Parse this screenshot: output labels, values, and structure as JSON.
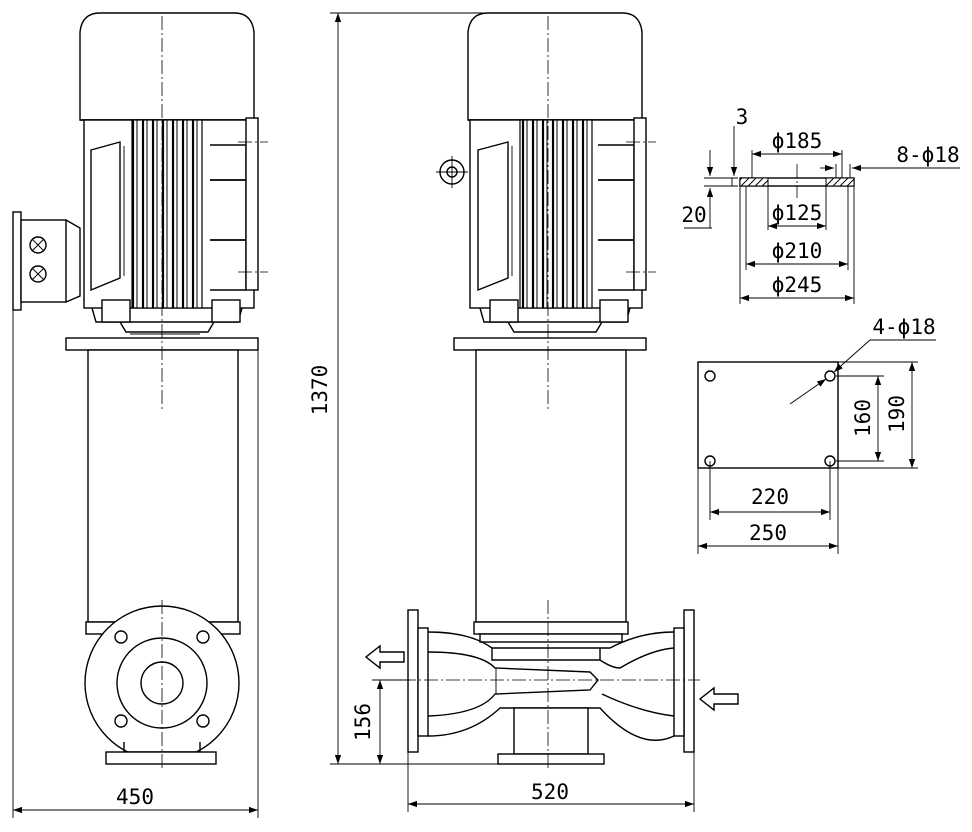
{
  "dimensions": {
    "overall_height": "1370",
    "front_width": "450",
    "side_width": "520",
    "inlet_center_height": "156",
    "flange_thickness_3": "3",
    "flange_thickness_20": "20",
    "d185": "ϕ185",
    "d125": "ϕ125",
    "d210": "ϕ210",
    "d245": "ϕ245",
    "bolt_holes_flange": "8-ϕ18",
    "bolt_holes_base": "4-ϕ18",
    "base_160": "160",
    "base_190": "190",
    "base_220": "220",
    "base_250": "250"
  }
}
